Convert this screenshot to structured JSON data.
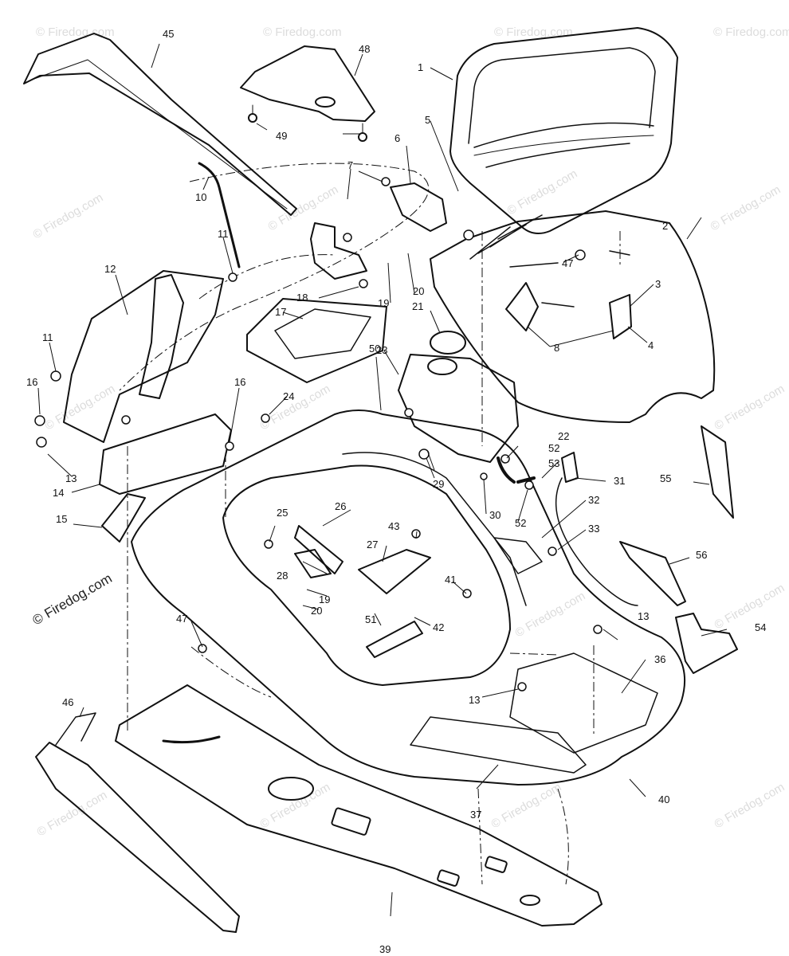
{
  "watermark": {
    "text": "© Firedog.com",
    "color": "#dcdcdc"
  },
  "callouts": {
    "c1": "1",
    "c2": "2",
    "c3": "3",
    "c4": "4",
    "c5": "5",
    "c6": "6",
    "c7": "7",
    "c8": "8",
    "c10": "10",
    "c11a": "11",
    "c11b": "11",
    "c12": "12",
    "c13a": "13",
    "c13b": "13",
    "c13c": "13",
    "c14": "14",
    "c15": "15",
    "c16a": "16",
    "c16b": "16",
    "c17": "17",
    "c18": "18",
    "c19a": "19",
    "c19b": "19",
    "c20a": "20",
    "c20b": "20",
    "c21": "21",
    "c22": "22",
    "c23": "23",
    "c24": "24",
    "c25": "25",
    "c26": "26",
    "c27": "27",
    "c28": "28",
    "c29": "29",
    "c30": "30",
    "c31": "31",
    "c32": "32",
    "c33": "33",
    "c36": "36",
    "c37": "37",
    "c39": "39",
    "c40": "40",
    "c41": "41",
    "c42": "42",
    "c43": "43",
    "c45": "45",
    "c46": "46",
    "c47a": "47",
    "c47b": "47",
    "c48": "48",
    "c49": "49",
    "c50": "50",
    "c51": "51",
    "c52a": "52",
    "c52b": "52",
    "c53": "53",
    "c54": "54",
    "c55": "55",
    "c56": "56"
  }
}
